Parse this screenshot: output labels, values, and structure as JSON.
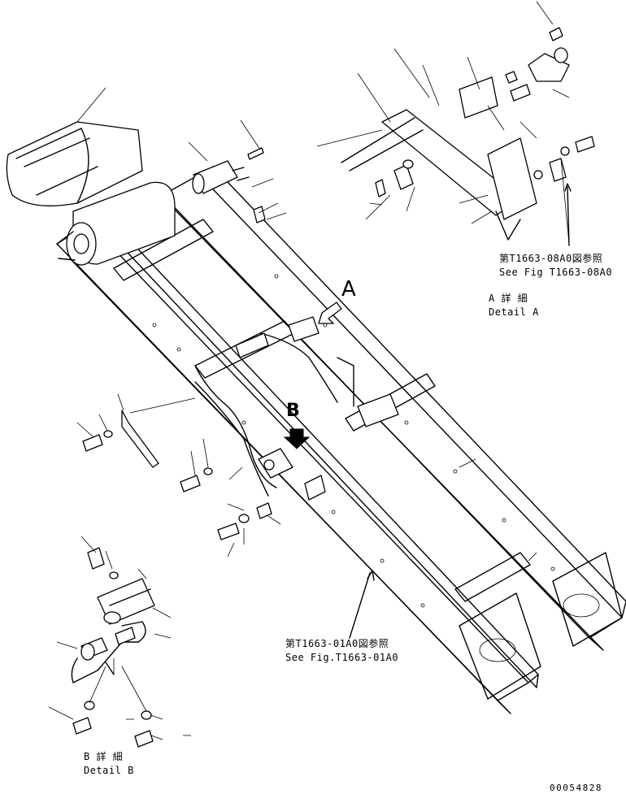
{
  "view_a": {
    "letter": "A",
    "ref_jp": "第T1663-08A0図参照",
    "ref_en": "See Fig T1663-08A0",
    "detail_jp": "A 詳 細",
    "detail_en": "Detail A"
  },
  "view_b": {
    "letter": "B",
    "ref_jp": "第T1663-01A0図参照",
    "ref_en": "See Fig.T1663-01A0",
    "detail_jp": "B 詳 細",
    "detail_en": "Detail B"
  },
  "drawing_number": "00054828"
}
